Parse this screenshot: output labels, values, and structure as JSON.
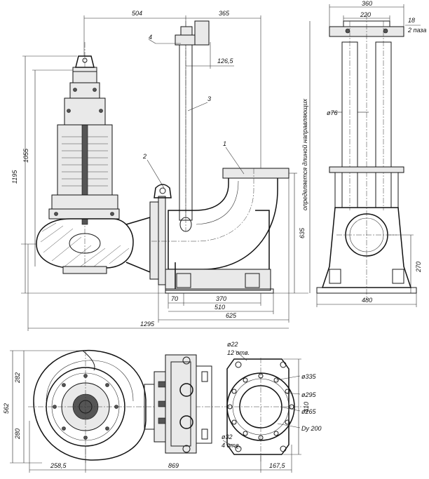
{
  "dimensions": {
    "d504": "504",
    "d365": "365",
    "d126_5": "126,5",
    "d1195": "1195",
    "d1055": "1055",
    "d635": "635",
    "d70": "70",
    "d370": "370",
    "d510": "510",
    "d625": "625",
    "d1295": "1295",
    "d360": "360",
    "d220": "220",
    "d18": "18",
    "d2groove": "2 паза",
    "d76": "ø76",
    "d270": "270",
    "d480": "480",
    "d282": "282",
    "d562": "562",
    "d280": "280",
    "d258_5": "258,5",
    "d869": "869",
    "d167_5": "167,5",
    "d22": "ø22",
    "d12holes": "12 отв.",
    "d32": "ø32",
    "d4holes": "4 отв.",
    "d335": "ø335",
    "d295": "ø295",
    "d265": "ø265",
    "dn200": "Dу 200",
    "d410": "410"
  },
  "callouts": {
    "c1": "1",
    "c2": "2",
    "c3": "3",
    "c4": "4"
  },
  "notes": {
    "guide_length": "определяется длиной направляющих"
  }
}
